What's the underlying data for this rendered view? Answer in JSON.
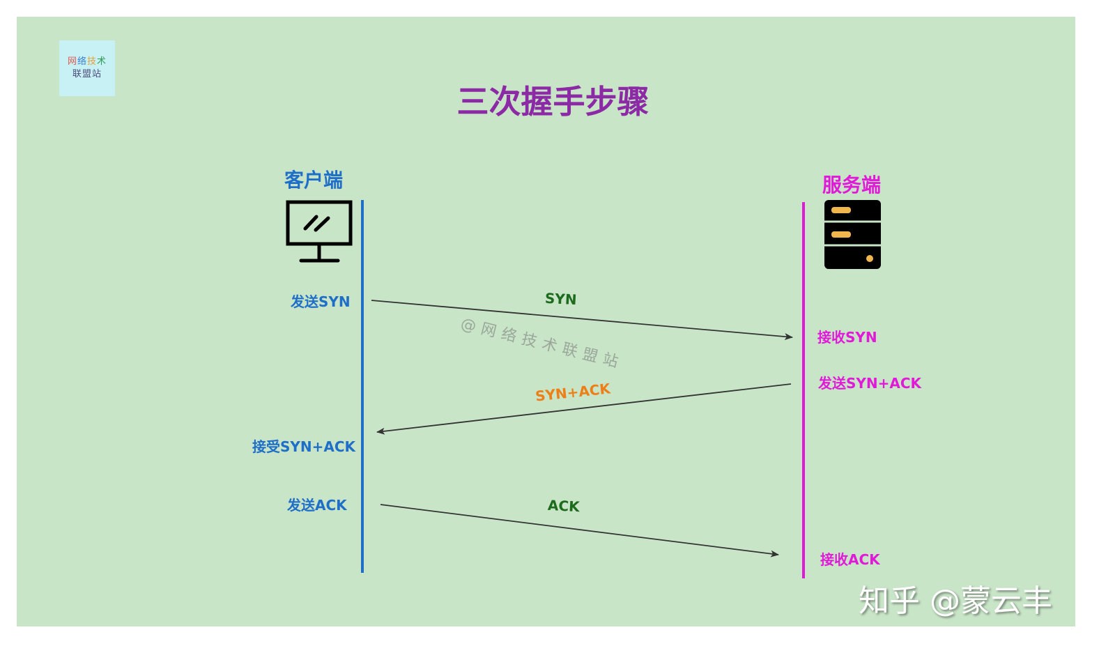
{
  "logo": {
    "line1": [
      "网",
      "络",
      "技",
      "术"
    ],
    "line2": "联盟站"
  },
  "title": "三次握手步骤",
  "client": {
    "label": "客户端",
    "icon": "monitor-icon",
    "send_syn": "发送SYN",
    "receive_syn_ack": "接受SYN+ACK",
    "send_ack": "发送ACK"
  },
  "server": {
    "label": "服务端",
    "icon": "server-icon",
    "receive_syn": "接收SYN",
    "send_syn_ack": "发送SYN+ACK",
    "receive_ack": "接收ACK"
  },
  "messages": {
    "syn": "SYN",
    "syn_ack": "SYN+ACK",
    "ack": "ACK"
  },
  "watermarks": {
    "center": "@网络技术联盟站",
    "corner": "知乎 @蒙云丰"
  },
  "colors": {
    "background": "#c9e5c8",
    "title": "#8c2aa6",
    "client": "#1f6fc9",
    "server": "#e01ad8",
    "syn_ack_message": "#ec7f18",
    "message": "#1d6b1d",
    "server_icon_accent": "#f2b64f"
  }
}
